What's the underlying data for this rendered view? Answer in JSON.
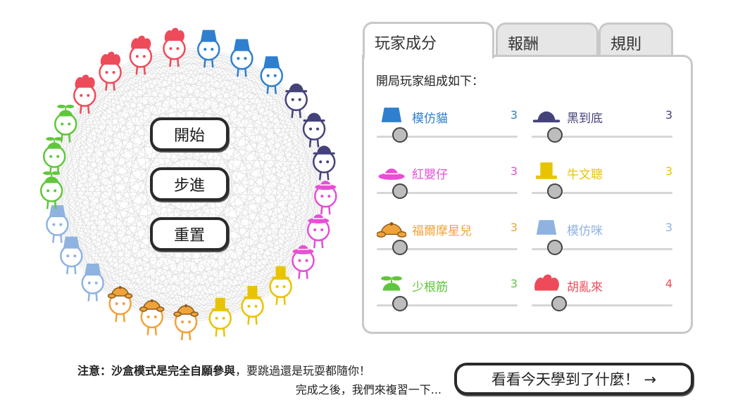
{
  "controls": {
    "start": "開始",
    "step": "步進",
    "reset": "重置"
  },
  "tabs": {
    "players": "玩家成分",
    "reward": "報酬",
    "rules": "規則"
  },
  "panel": {
    "intro": "開局玩家組成如下：",
    "players": [
      {
        "name": "模仿貓",
        "count": "3",
        "color": "#2f7fce",
        "hat": "bucket-hat-icon"
      },
      {
        "name": "黑到底",
        "count": "3",
        "color": "#45427a",
        "hat": "bowler-hat-icon"
      },
      {
        "name": "紅嬰仔",
        "count": "3",
        "color": "#e64fd6",
        "hat": "sunhat-icon"
      },
      {
        "name": "牛文聰",
        "count": "3",
        "color": "#e8c400",
        "hat": "tophat-icon"
      },
      {
        "name": "福爾摩星兒",
        "count": "3",
        "color": "#f0a33a",
        "hat": "deerstalker-icon"
      },
      {
        "name": "模仿咪",
        "count": "3",
        "color": "#8fb3e0",
        "hat": "bucket-hat-light-icon"
      },
      {
        "name": "少根筋",
        "count": "3",
        "color": "#5fc73a",
        "hat": "propeller-cap-icon"
      },
      {
        "name": "胡亂來",
        "count": "4",
        "color": "#ee4b5a",
        "hat": "wild-hair-icon"
      }
    ]
  },
  "footer": {
    "note_bold": "注意：沙盒模式是完全自願參與",
    "note_rest": "，要跳過還是玩耍都隨你！",
    "note_line2": "完成之後，我們來複習一下...",
    "next_label": "看看今天學到了什麼！ →"
  }
}
